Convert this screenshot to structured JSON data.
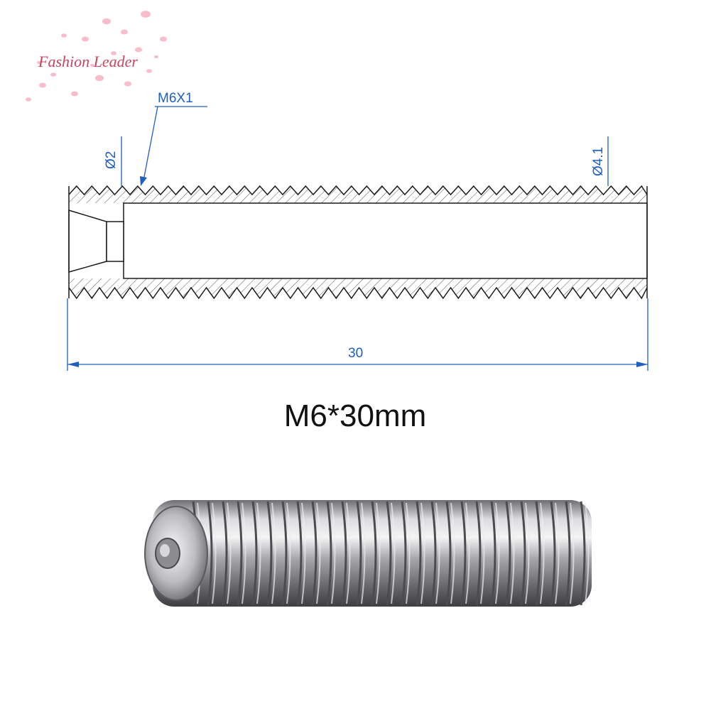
{
  "brand": {
    "text": "Fashion Leader",
    "color": "#c9435e",
    "petal_color": "#f4a7b9"
  },
  "drawing": {
    "line_color": "#1a1a1a",
    "dimension_color": "#1f5fbf",
    "labels": {
      "thread": "M6X1",
      "inner_diameter_left": "Ø2",
      "inner_diameter_right": "Ø4.1",
      "length": "30"
    }
  },
  "caption": "M6*30mm",
  "photo": {
    "subject": "threaded-throat-tube",
    "metal_color": "#9a9a9e"
  }
}
